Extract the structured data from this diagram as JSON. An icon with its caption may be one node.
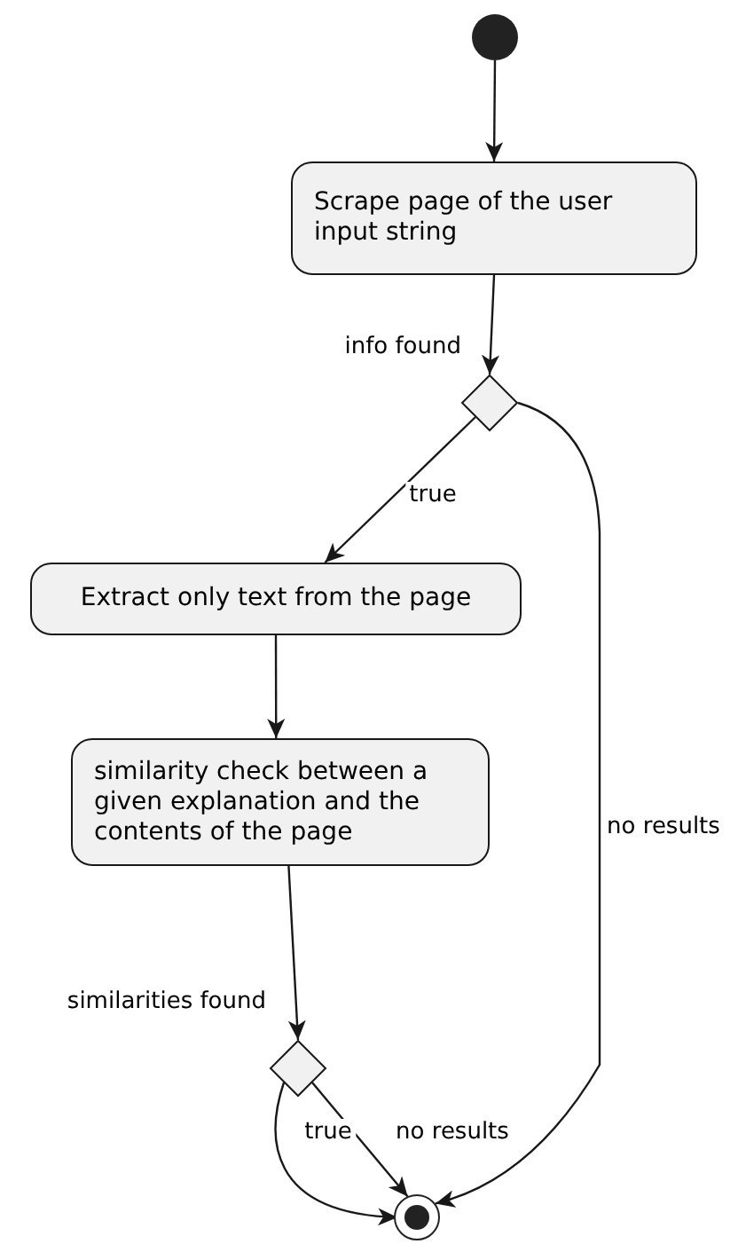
{
  "diagram": {
    "nodes": [
      {
        "text": [],
        "shape": "circle"
      },
      {
        "text": [
          "Scrape page of the user input string"
        ]
      },
      {
        "text": [],
        "shape": "diamond",
        "beside": [
          "info found"
        ]
      },
      {
        "text": [
          "Extract only text from the page"
        ]
      },
      {
        "text": [
          "similarity check between a given explanation and the contents of the page"
        ]
      },
      {
        "text": [],
        "shape": "diamond",
        "beside": [
          "similarities found"
        ]
      },
      {
        "text": [],
        "shape": "circle"
      }
    ],
    "edges": [
      {
        "from": 0,
        "to": 1,
        "arrow": "to"
      },
      {
        "from": 1,
        "to": 2,
        "arrow": "to"
      },
      {
        "from": 2,
        "to": 3,
        "arrow": "to",
        "label": "true"
      },
      {
        "from": 3,
        "to": 4,
        "arrow": "to"
      },
      {
        "from": 4,
        "to": 5,
        "arrow": "to"
      },
      {
        "from": 5,
        "to": 6,
        "arrow": "to",
        "label": "true"
      },
      {
        "from": 5,
        "to": 6,
        "arrow": "to",
        "label": "no results"
      },
      {
        "from": 2,
        "to": 6,
        "arrow": "to",
        "label": "no results"
      }
    ]
  }
}
